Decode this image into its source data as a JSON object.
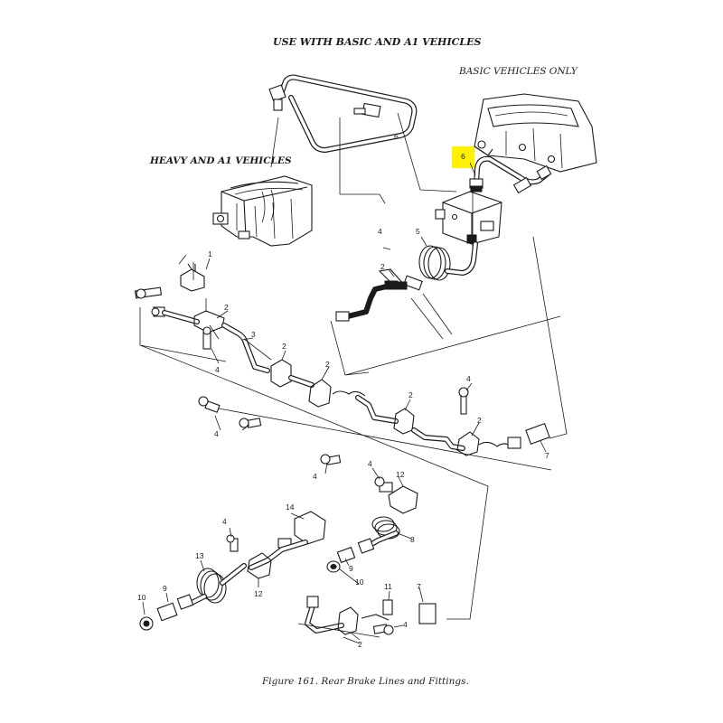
{
  "figure": {
    "title": "USE WITH BASIC AND A1 VEHICLES",
    "basic_label": "BASIC VEHICLES ONLY",
    "heavy_label": "HEAVY AND A1 VEHICLES",
    "caption": "Figure 161.  Rear Brake Lines and Fittings."
  },
  "highlight": {
    "callout": "6",
    "color": "#fff200"
  },
  "callouts": {
    "c1": "1",
    "c2a": "2",
    "c2b": "2",
    "c2c": "2",
    "c2d": "2",
    "c2e": "2",
    "c2f": "2",
    "c2g": "2",
    "c3": "3",
    "c4a": "4",
    "c4b": "4",
    "c4c": "4",
    "c4d": "4",
    "c4e": "4",
    "c4f": "4",
    "c4g": "4",
    "c5": "5",
    "c6": "6",
    "c7a": "7",
    "c7b": "7",
    "c8": "8",
    "c9a": "9",
    "c9b": "9",
    "c10a": "10",
    "c10b": "10",
    "c11": "11",
    "c12a": "12",
    "c12b": "12",
    "c13": "13",
    "c14": "14"
  }
}
